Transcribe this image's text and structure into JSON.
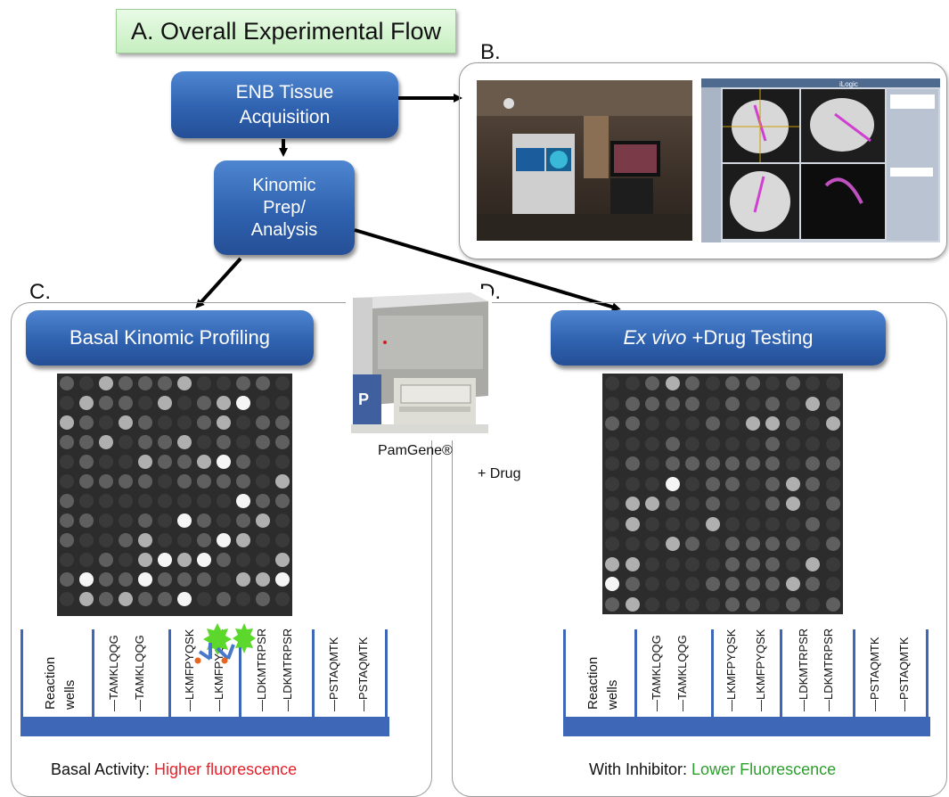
{
  "header": {
    "title": "A. Overall Experimental Flow",
    "step1": "ENB Tissue Acquisition",
    "step2": "Kinomic Prep/ Analysis"
  },
  "labels": {
    "b": "B.",
    "c": "C.",
    "d": "D."
  },
  "panel_c": {
    "title": "Basal Kinomic Profiling",
    "strip": {
      "first_label": "Reaction wells",
      "peptides": [
        "TAMKLQQG",
        "TAMKLQQG",
        "LKMFPYQSK",
        "LKMFPYQSK",
        "LDKMTRPSR",
        "LDKMTRPSR",
        "PSTAQMTK",
        "PSTAQMTK"
      ]
    },
    "caption_prefix": "Basal Activity: ",
    "caption_value": "Higher fluorescence",
    "caption_color": "#e8202a"
  },
  "panel_d": {
    "title_italic": "Ex vivo",
    "title_rest": " +Drug Testing",
    "strip": {
      "first_label": "Reaction wells",
      "peptides": [
        "TAMKLQQG",
        "TAMKLQQG",
        "LKMFPYQSK",
        "LKMFPYQSK",
        "LDKMTRPSR",
        "LDKMTRPSR",
        "PSTAQMTK",
        "PSTAQMTK"
      ]
    },
    "caption_prefix": "With Inhibitor: ",
    "caption_value": "Lower Fluorescence",
    "caption_color": "#2e9e2e"
  },
  "instrument": {
    "name": "PamGene®",
    "drug_label": "+ Drug"
  },
  "b_panel": {
    "software_brand": "iLogic"
  },
  "colors": {
    "button_blue": "#2f62b0",
    "title_green": "#c6eec0",
    "strip_blue": "#3f67b8"
  }
}
